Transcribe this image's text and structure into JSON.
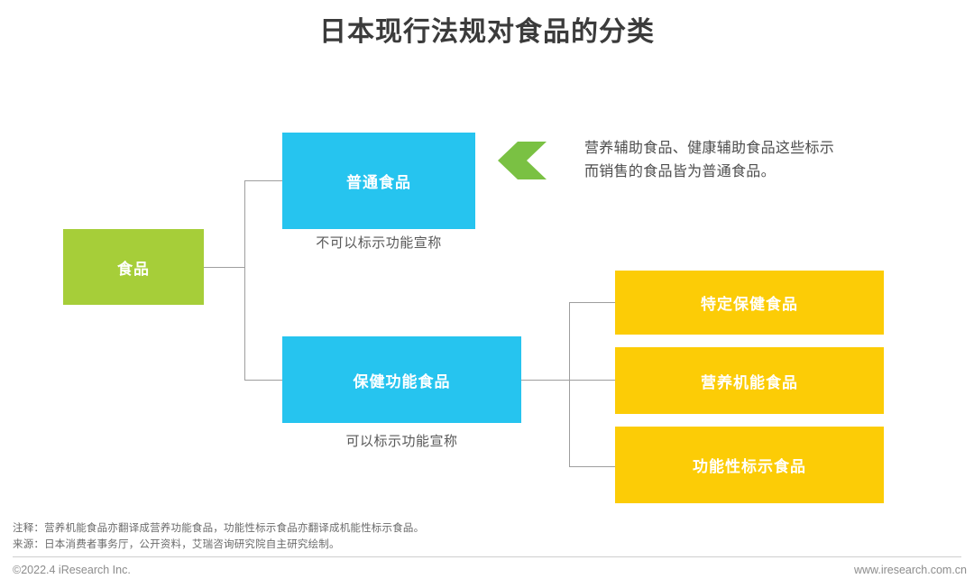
{
  "title": "日本现行法规对食品的分类",
  "colors": {
    "green": "#a6ce39",
    "blue": "#26c4ef",
    "yellow": "#fccc06",
    "line": "#9e9e9e",
    "title_text": "#3b3b3b",
    "caption_text": "#595959",
    "footer_text": "#8c8c8c"
  },
  "nodes": {
    "food": "食品",
    "ordinary_food": "普通食品",
    "health_functional_food": "保健功能食品",
    "tokutei_hoken": "特定保健食品",
    "nutrient_function": "营养机能食品",
    "functional_claim": "功能性标示食品"
  },
  "captions": {
    "ordinary_food": "不可以标示功能宣称",
    "health_functional_food": "可以标示功能宣称"
  },
  "annotation": {
    "icon": "left-chevron-arrow-icon",
    "line1": "营养辅助食品、健康辅助食品这些标示",
    "line2": "而销售的食品皆为普通食品。"
  },
  "footer": {
    "note": "注释：营养机能食品亦翻译成营养功能食品，功能性标示食品亦翻译成机能性标示食品。",
    "source": "来源：日本消费者事务厅，公开资料，艾瑞咨询研究院自主研究绘制。",
    "copyright": "©2022.4 iResearch Inc.",
    "url": "www.iresearch.com.cn"
  },
  "chart_data": {
    "type": "diagram",
    "title": "日本现行法规对食品的分类",
    "root": "食品",
    "branches": [
      {
        "label": "普通食品",
        "caption": "不可以标示功能宣称",
        "color": "#26c4ef",
        "children": []
      },
      {
        "label": "保健功能食品",
        "caption": "可以标示功能宣称",
        "color": "#26c4ef",
        "children": [
          "特定保健食品",
          "营养机能食品",
          "功能性标示食品"
        ]
      }
    ]
  }
}
